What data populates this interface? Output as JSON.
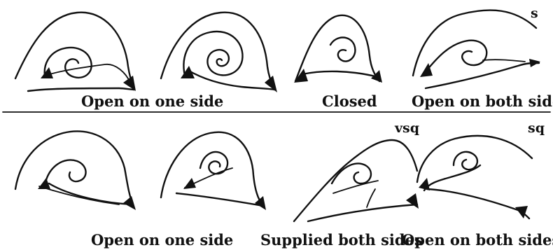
{
  "top_row": {
    "captions": [
      "Open on one side",
      "Closed",
      "Open on both sides"
    ],
    "corner_labels": [
      "s"
    ]
  },
  "bottom_row": {
    "captions": [
      "Open on one side",
      "Supplied both sides",
      "Open on both sides"
    ],
    "corner_labels": [
      "vsq",
      "sq"
    ]
  },
  "colors": {
    "ink": "#111111",
    "paper": "#ffffff"
  }
}
